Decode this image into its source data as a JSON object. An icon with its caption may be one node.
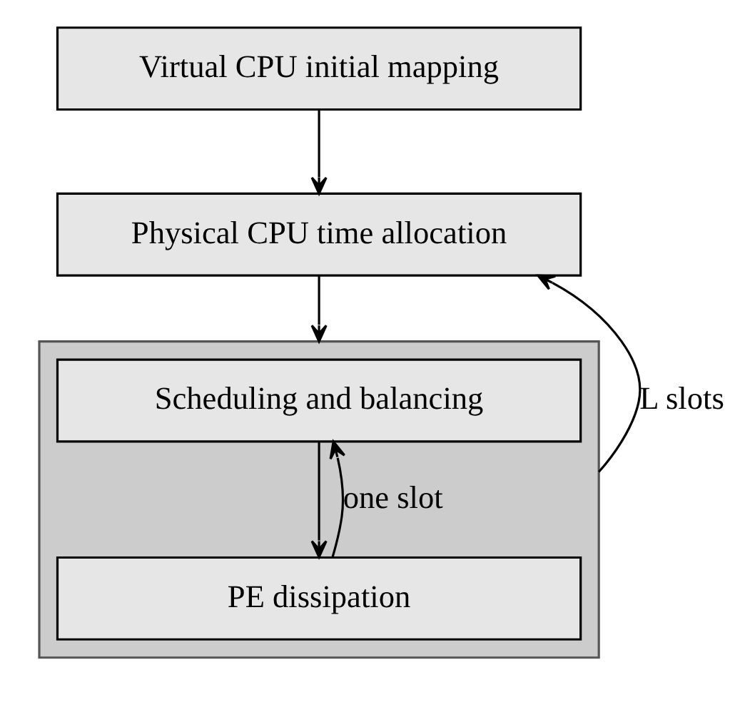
{
  "diagram": {
    "nodes": [
      {
        "text": [
          "Virtual CPU initial mapping"
        ]
      },
      {
        "text": [
          "Physical CPU time allocation"
        ]
      },
      {
        "text": [],
        "shape": "box"
      },
      {
        "text": [
          "Scheduling and balancing"
        ],
        "in": 2
      },
      {
        "text": [
          "PE dissipation"
        ],
        "in": 2
      }
    ],
    "edges": [
      {
        "from": 0,
        "to": 1,
        "arrow": "to"
      },
      {
        "from": 1,
        "to": 2,
        "arrow": "to"
      },
      {
        "from": 3,
        "to": 4,
        "arrow": "to"
      },
      {
        "from": 4,
        "to": 3,
        "arrow": "to",
        "label": "one slot"
      },
      {
        "from": 2,
        "to": 1,
        "arrow": "to",
        "label": "L slots"
      }
    ]
  }
}
